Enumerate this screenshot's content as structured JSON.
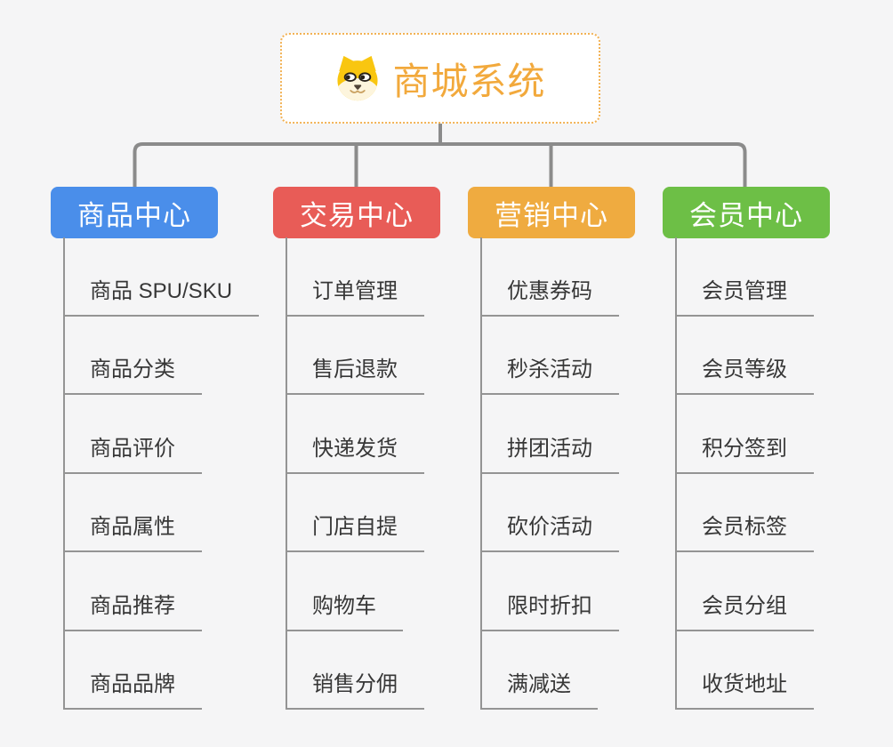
{
  "root": {
    "title": "商城系统",
    "icon": "dog-face-icon"
  },
  "branches": [
    {
      "label": "商品中心",
      "color": "#4a8eea",
      "items": [
        "商品 SPU/SKU",
        "商品分类",
        "商品评价",
        "商品属性",
        "商品推荐",
        "商品品牌"
      ]
    },
    {
      "label": "交易中心",
      "color": "#e85c57",
      "items": [
        "订单管理",
        "售后退款",
        "快递发货",
        "门店自提",
        "购物车",
        "销售分佣"
      ]
    },
    {
      "label": "营销中心",
      "color": "#efab40",
      "items": [
        "优惠券码",
        "秒杀活动",
        "拼团活动",
        "砍价活动",
        "限时折扣",
        "满减送"
      ]
    },
    {
      "label": "会员中心",
      "color": "#6dbf46",
      "items": [
        "会员管理",
        "会员等级",
        "积分签到",
        "会员标签",
        "会员分组",
        "收货地址"
      ]
    }
  ],
  "colors": {
    "background": "#f5f5f6",
    "connector_line": "#8b8b8b",
    "leaf_line": "#949494",
    "root_border": "#f2b255",
    "root_text": "#f2a93c",
    "leaf_text": "#373737",
    "branch_text": "#ffffff"
  }
}
